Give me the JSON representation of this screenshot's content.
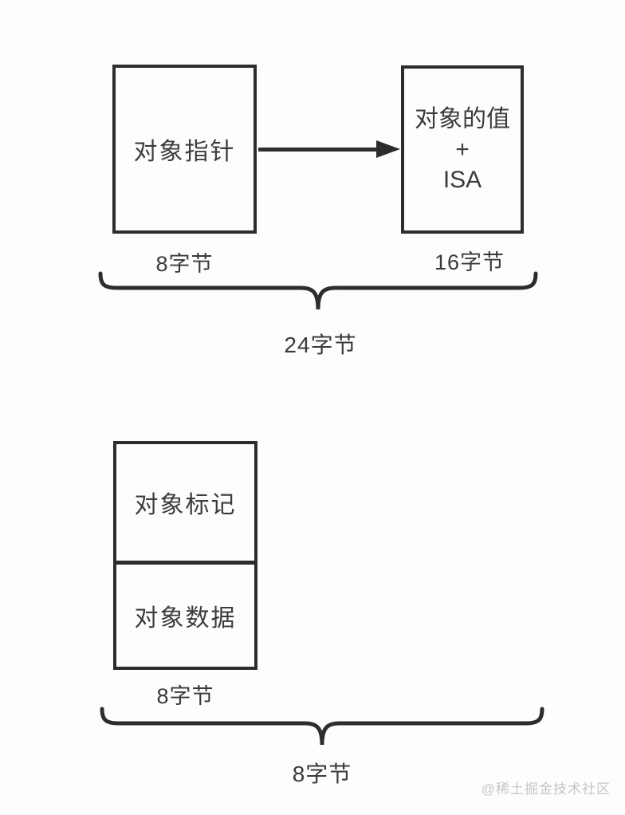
{
  "colors": {
    "line": "#2d2d2d",
    "text": "#3a3a3a",
    "watermark": "#c6c6ca",
    "background": "#fdfdfd"
  },
  "top_diagram": {
    "pointer_box": {
      "label": "对象指针",
      "size_label": "8字节"
    },
    "value_box": {
      "lines": [
        "对象的值",
        "+",
        "ISA"
      ],
      "size_label": "16字节"
    },
    "brace_label": "24字节"
  },
  "bottom_diagram": {
    "box": {
      "top_cell": "对象标记",
      "bottom_cell": "对象数据",
      "size_label": "8字节"
    },
    "brace_label": "8字节"
  },
  "watermark": "@稀土掘金技术社区"
}
